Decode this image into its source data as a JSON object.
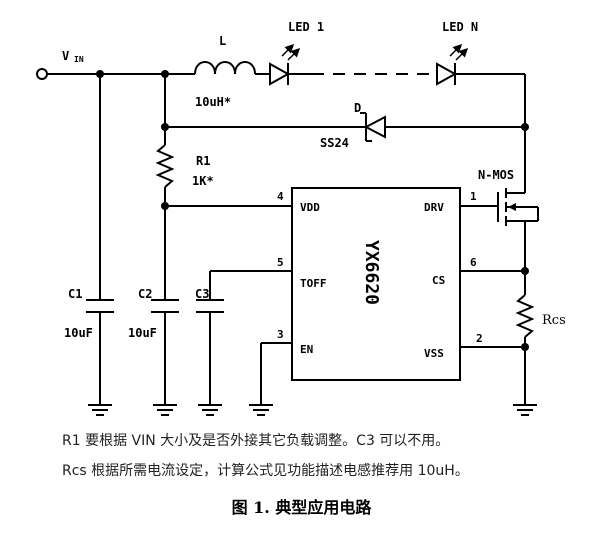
{
  "schematic": {
    "vin": "V",
    "vin_sub": "IN",
    "inductor_name": "L",
    "inductor_value": "10uH*",
    "led_first": "LED 1",
    "led_last": "LED N",
    "diode_name": "D",
    "diode_part": "SS24",
    "r1_name": "R1",
    "r1_value": "1K*",
    "c1_name": "C1",
    "c1_value": "10uF",
    "c2_name": "C2",
    "c2_value": "10uF",
    "c3_name": "C3",
    "mosfet_name": "N-MOS",
    "rcs_name": "Rcs",
    "ic_name": "YX6620",
    "pins": {
      "vdd": {
        "num": "4",
        "name": "VDD"
      },
      "toff": {
        "num": "5",
        "name": "TOFF"
      },
      "en": {
        "num": "3",
        "name": "EN"
      },
      "drv": {
        "num": "1",
        "name": "DRV"
      },
      "cs": {
        "num": "6",
        "name": "CS"
      },
      "vss": {
        "num": "2",
        "name": "VSS"
      }
    }
  },
  "notes": {
    "line1": "R1 要根据 VIN 大小及是否外接其它负载调整。C3 可以不用。",
    "line2": "Rcs 根据所需电流设定，计算公式见功能描述电感推荐用 10uH。"
  },
  "caption": "图 1.  典型应用电路"
}
